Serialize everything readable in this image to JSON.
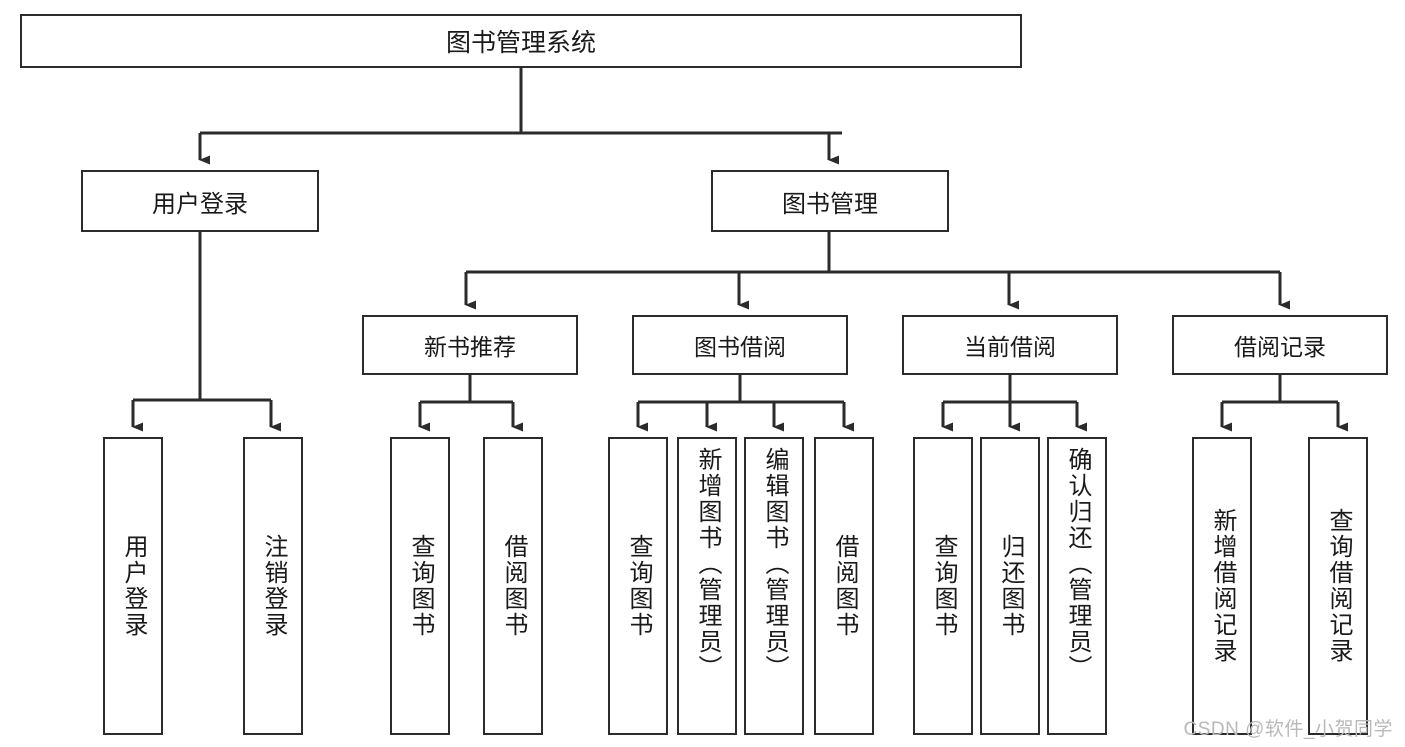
{
  "diagram": {
    "title": "图书管理系统",
    "type": "tree",
    "colors": {
      "box_border": "#2b2b2b",
      "box_fill": "#ffffff",
      "link": "#2b2b2b",
      "text": "#1a1a1a",
      "watermark": "#b9b9b9",
      "background": "#ffffff"
    },
    "root": {
      "label": "图书管理系统"
    },
    "level1": [
      {
        "id": "user-login",
        "label": "用户登录"
      },
      {
        "id": "book-manage",
        "label": "图书管理"
      }
    ],
    "level2": [
      {
        "id": "new-book-recommend",
        "label": "新书推荐",
        "parent": "book-manage"
      },
      {
        "id": "book-borrow",
        "label": "图书借阅",
        "parent": "book-manage"
      },
      {
        "id": "current-borrow",
        "label": "当前借阅",
        "parent": "book-manage"
      },
      {
        "id": "borrow-record",
        "label": "借阅记录",
        "parent": "book-manage"
      }
    ],
    "leaves": {
      "user-login": [
        {
          "id": "leaf-user-login",
          "label": "用户登录"
        },
        {
          "id": "leaf-user-logout",
          "label": "注销登录"
        }
      ],
      "new-book-recommend": [
        {
          "id": "leaf-query-book-1",
          "label": "查询图书"
        },
        {
          "id": "leaf-borrow-book-1",
          "label": "借阅图书"
        }
      ],
      "book-borrow": [
        {
          "id": "leaf-query-book-2",
          "label": "查询图书"
        },
        {
          "id": "leaf-add-book-admin",
          "label": "新增图书（管理员）"
        },
        {
          "id": "leaf-edit-book-admin",
          "label": "编辑图书（管理员）"
        },
        {
          "id": "leaf-borrow-book-2",
          "label": "借阅图书"
        }
      ],
      "current-borrow": [
        {
          "id": "leaf-query-book-3",
          "label": "查询图书"
        },
        {
          "id": "leaf-return-book",
          "label": "归还图书"
        },
        {
          "id": "leaf-confirm-return-admin",
          "label": "确认归还（管理员）"
        }
      ],
      "borrow-record": [
        {
          "id": "leaf-add-borrow-record",
          "label": "新增借阅记录"
        },
        {
          "id": "leaf-query-borrow-record",
          "label": "查询借阅记录"
        }
      ]
    },
    "watermark": "CSDN @软件_小贺同学"
  }
}
